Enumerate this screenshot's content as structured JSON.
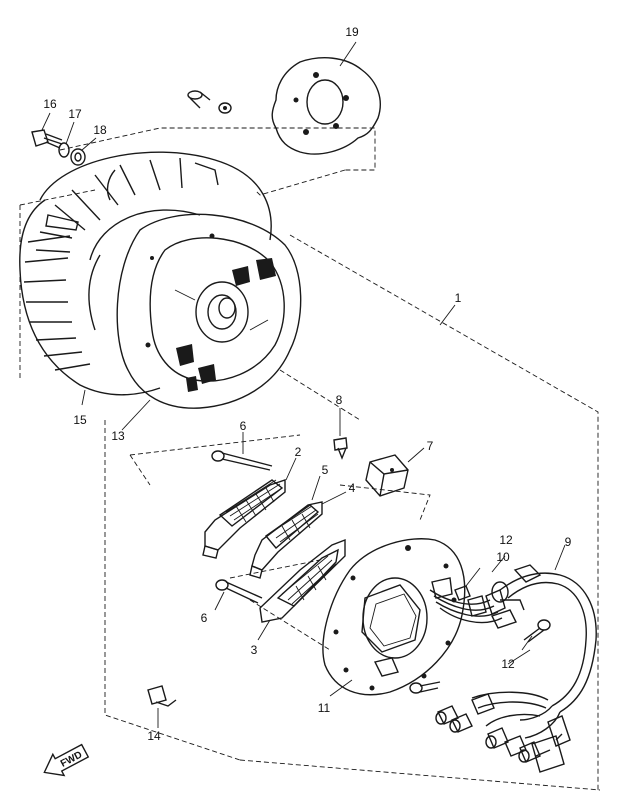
{
  "diagram": {
    "callouts": [
      {
        "id": "c1",
        "label": "1"
      },
      {
        "id": "c2",
        "label": "2"
      },
      {
        "id": "c3",
        "label": "3"
      },
      {
        "id": "c4",
        "label": "4"
      },
      {
        "id": "c5",
        "label": "5"
      },
      {
        "id": "c6a",
        "label": "6"
      },
      {
        "id": "c6b",
        "label": "6"
      },
      {
        "id": "c7",
        "label": "7"
      },
      {
        "id": "c8",
        "label": "8"
      },
      {
        "id": "c9",
        "label": "9"
      },
      {
        "id": "c10",
        "label": "10"
      },
      {
        "id": "c11",
        "label": "11"
      },
      {
        "id": "c12a",
        "label": "12"
      },
      {
        "id": "c12b",
        "label": "12"
      },
      {
        "id": "c13",
        "label": "13"
      },
      {
        "id": "c14",
        "label": "14"
      },
      {
        "id": "c15",
        "label": "15"
      },
      {
        "id": "c16",
        "label": "16"
      },
      {
        "id": "c17",
        "label": "17"
      },
      {
        "id": "c18",
        "label": "18"
      },
      {
        "id": "c19",
        "label": "19"
      }
    ],
    "fwd_label": "FWD"
  }
}
